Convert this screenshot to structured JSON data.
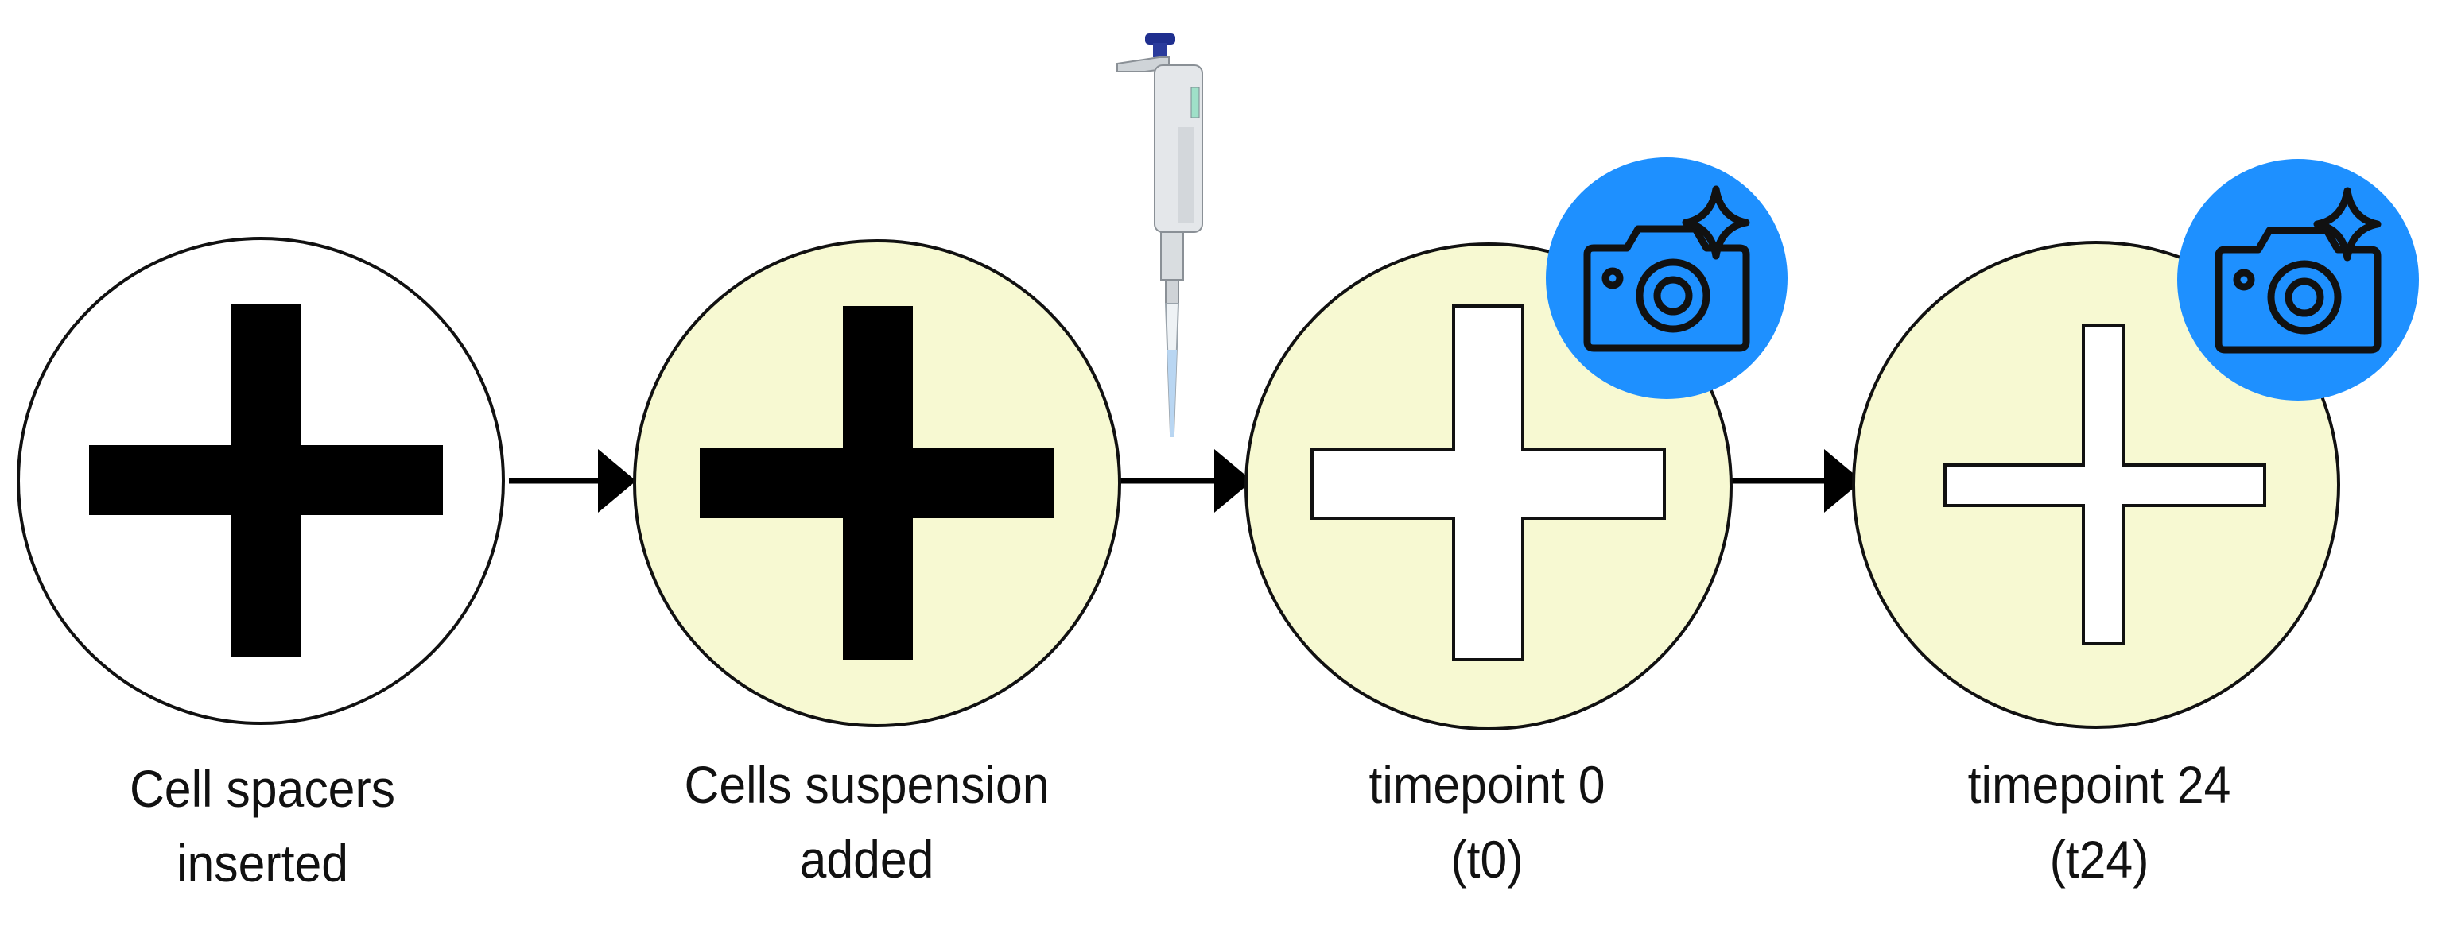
{
  "colors": {
    "background": "#ffffff",
    "circle_stroke": "#111111",
    "well_white": "#ffffff",
    "well_cells": "#f7f9d2",
    "cross_solid": "#000000",
    "cross_open": "#ffffff",
    "camera_badge": "#1e90ff",
    "camera_stroke": "#111111",
    "arrow": "#000000",
    "pipette_body": "#dfe3e6",
    "pipette_plunger": "#1f2f8f",
    "pipette_tip": "#b9d6f2"
  },
  "steps": [
    {
      "id": "spacers",
      "line1": "Cell spacers",
      "line2": "inserted",
      "cross": "solid",
      "well": "white",
      "camera": false
    },
    {
      "id": "suspension",
      "line1": "Cells suspension",
      "line2": "added",
      "cross": "solid",
      "well": "cells",
      "camera": false
    },
    {
      "id": "t0",
      "line1": "timepoint 0",
      "line2": "(t0)",
      "cross": "open-wide",
      "well": "cells",
      "camera": true
    },
    {
      "id": "t24",
      "line1": "timepoint 24",
      "line2": "(t24)",
      "cross": "open-narrow",
      "well": "cells",
      "camera": true
    }
  ],
  "icons": {
    "camera": "camera-sparkle-icon",
    "pipette": "pipette-icon"
  }
}
